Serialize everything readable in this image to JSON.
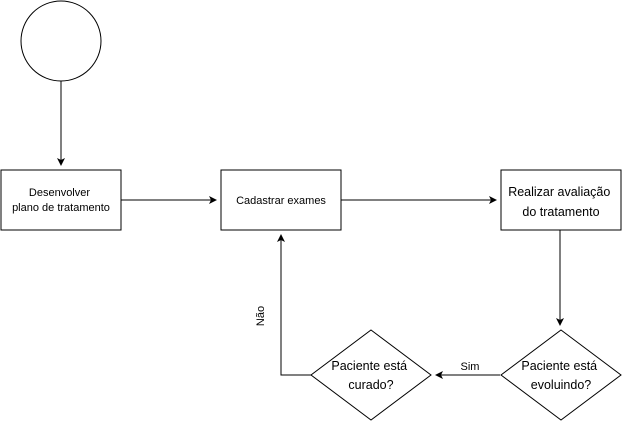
{
  "nodes": {
    "start": {
      "kind": "start-circle"
    },
    "develop_plan": {
      "lines": [
        "Desenvolver",
        "plano de tratamento"
      ]
    },
    "register_exams": {
      "lines": [
        "Cadastrar exames"
      ]
    },
    "evaluate_treatment": {
      "lines": [
        "Realizar avaliação",
        "do tratamento"
      ]
    },
    "patient_evolving": {
      "lines": [
        "Paciente está",
        "evoluindo?"
      ]
    },
    "patient_cured": {
      "lines": [
        "Paciente está",
        "curado?"
      ]
    }
  },
  "edges": {
    "sim_label": "Sim",
    "nao_label": "Não"
  },
  "colors": {
    "stroke": "#000000",
    "fill": "#ffffff",
    "text": "#000000"
  }
}
